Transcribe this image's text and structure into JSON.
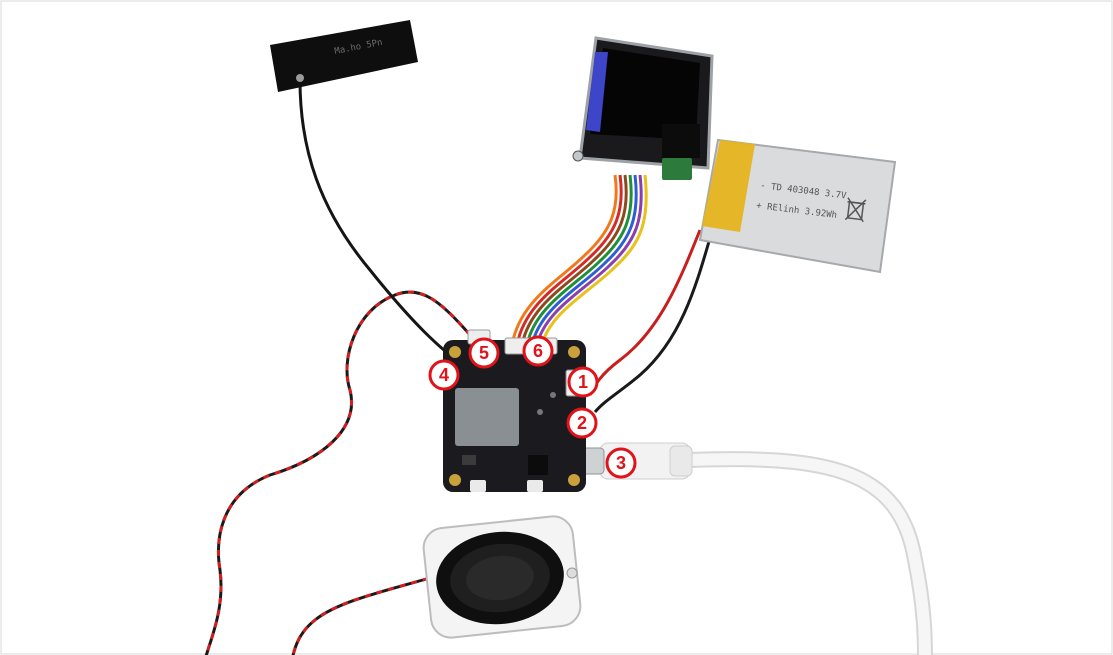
{
  "callouts": [
    {
      "number": "1",
      "target": "battery connector"
    },
    {
      "number": "2",
      "target": "battery wire pads"
    },
    {
      "number": "3",
      "target": "usb-c port"
    },
    {
      "number": "4",
      "target": "antenna connector"
    },
    {
      "number": "5",
      "target": "speaker connector"
    },
    {
      "number": "6",
      "target": "display ribbon connector"
    }
  ],
  "colors": {
    "callout_red": "#e0121a",
    "pcb_black": "#1b1b1f",
    "module_grey": "#8a8f94",
    "battery_silver": "#d9dbdd",
    "kapton_yellow": "#e6b41e",
    "speaker_black": "#111111",
    "cable_white": "#f4f4f4"
  },
  "labels": {
    "antenna_print": "Ma.ho 5Pn",
    "battery_line1": "- TD 403048 3.7V",
    "battery_line2": "+ RElinh 3.92Wh"
  }
}
